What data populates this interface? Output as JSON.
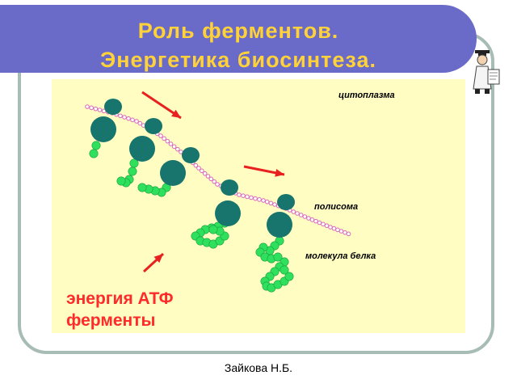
{
  "slide": {
    "title_line1": "Роль ферментов.",
    "title_line2": "Энергетика биосинтеза.",
    "author": "Зайкова Н.Б."
  },
  "diagram": {
    "label_cytoplasm": "цитоплазма",
    "label_polysome": "полисома",
    "label_protein": "молекула белка",
    "energy_line1": "энергия АТФ",
    "energy_line2": "ферменты"
  },
  "colors": {
    "banner": "#6a6ac8",
    "title_text": "#ffd23a",
    "panel": "#fffdc2",
    "ribosome": "#17756d",
    "protein_bead": "#2ee05c",
    "mrna_bead": "#d968b8",
    "arrow": "#e82020",
    "energy_text": "#ff2a2a",
    "frame_border": "#a7bcb4"
  },
  "icons": {
    "figure": "professor-cartoon-icon"
  }
}
